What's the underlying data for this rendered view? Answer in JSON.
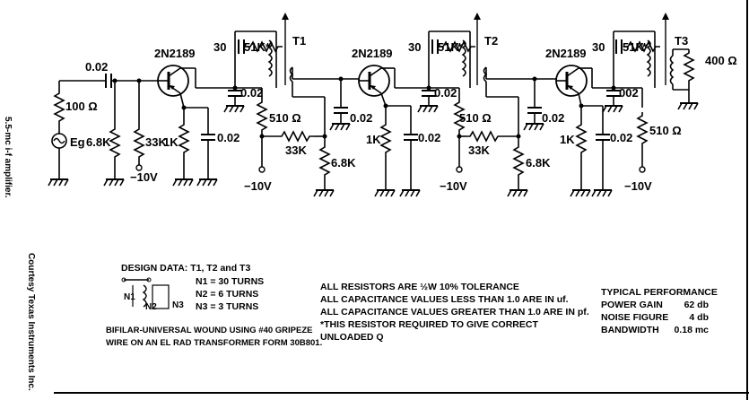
{
  "side": {
    "caption": "5.5-mc i-f amplifier.",
    "courtesy": "Courtesy Texas Instruments Inc."
  },
  "transistors": [
    "2N2189",
    "2N2189",
    "2N2189"
  ],
  "transformers": [
    "T1",
    "T2",
    "T3"
  ],
  "stage1": {
    "input_cap": "0.02",
    "input_res": "100 Ω",
    "source": "Eg",
    "bias_res_a": "6.8K",
    "bias_res_b": "33K",
    "neg_supply": "−10V",
    "emitter_res": "1K",
    "emitter_cap": "0.02",
    "tank_cap": "30",
    "tank_res": "51K",
    "star": "*",
    "bypass_cap": "0.02",
    "collector_res": "510 Ω",
    "supply": "−10V"
  },
  "stage2": {
    "coupling_cap": "0.02",
    "series_res": "33K",
    "bias_res": "6.8K",
    "emitter_res": "1K",
    "emitter_cap": "0.02",
    "tank_cap": "30",
    "tank_res": "51K",
    "star": "*",
    "bypass_cap": "0.02",
    "collector_res": "510 Ω",
    "supply": "−10V"
  },
  "stage3": {
    "coupling_cap": "0.02",
    "series_res": "33K",
    "bias_res": "6.8K",
    "emitter_res": "1K",
    "emitter_cap": "0.02",
    "tank_cap": "30",
    "tank_res": "51K",
    "star": "*",
    "bypass_cap": "002",
    "collector_res": "510 Ω",
    "supply": "−10V",
    "load_res": "400 Ω"
  },
  "design": {
    "title": "DESIGN DATA: T1, T2 and T3",
    "n1": "N1 = 30 TURNS",
    "n2": "N2 = 6 TURNS",
    "n3": "N3 = 3 TURNS",
    "label_n1": "N1",
    "label_n2": "N2",
    "label_n3": "N3",
    "wound1": "BIFILAR-UNIVERSAL WOUND USING #40 GRIPEZE",
    "wound2": "WIRE ON AN EL RAD TRANSFORMER FORM 30B801."
  },
  "notes": [
    "ALL RESISTORS ARE ½W 10% TOLERANCE",
    "ALL CAPACITANCE VALUES LESS THAN 1.0 ARE IN uf.",
    "ALL CAPACITANCE VALUES GREATER THAN 1.0 ARE IN pf.",
    "*THIS RESISTOR REQUIRED TO GIVE CORRECT",
    "UNLOADED Q"
  ],
  "performance": {
    "title": "TYPICAL PERFORMANCE",
    "rows": [
      {
        "label": "POWER GAIN",
        "value": "62 db"
      },
      {
        "label": "NOISE FIGURE",
        "value": "4 db"
      },
      {
        "label": "BANDWIDTH",
        "value": "0.18 mc"
      }
    ]
  }
}
